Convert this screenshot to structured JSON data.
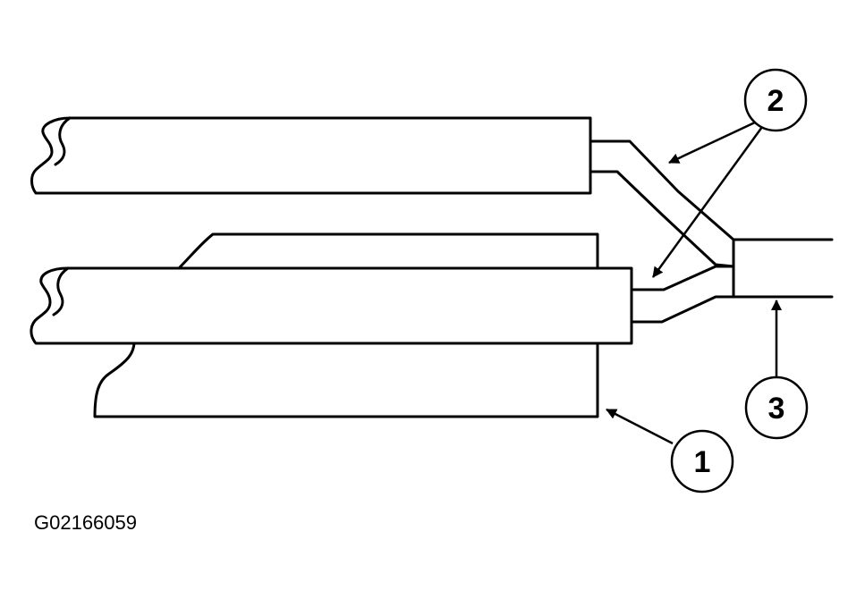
{
  "callouts": {
    "c1": "1",
    "c2": "2",
    "c3": "3"
  },
  "figure_id": "G02166059",
  "colors": {
    "ink": "#000000",
    "paper": "#ffffff"
  }
}
